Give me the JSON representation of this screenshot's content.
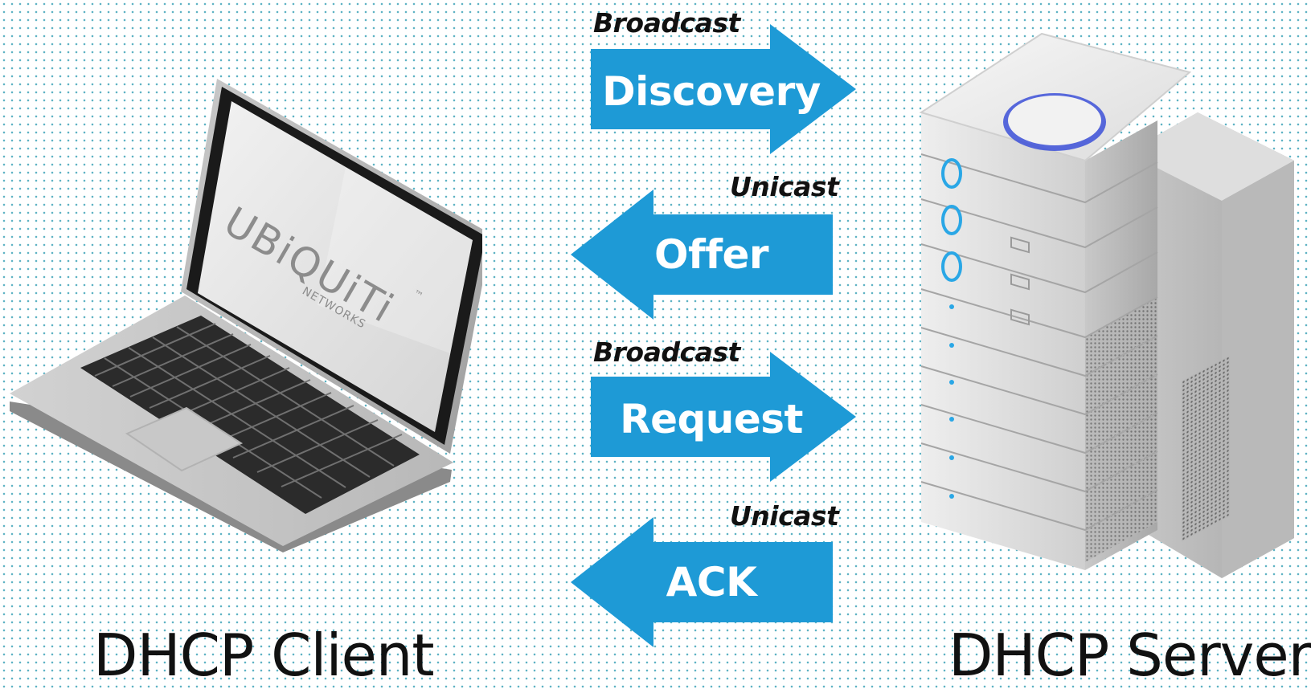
{
  "client": {
    "label": "DHCP Client",
    "screen_logo": "UBiQUiTi",
    "screen_logo_sub": "NETWORKS",
    "trademark": "™"
  },
  "server": {
    "label": "DHCP Server"
  },
  "steps": [
    {
      "name": "Discovery",
      "type": "Broadcast",
      "direction": "to-server"
    },
    {
      "name": "Offer",
      "type": "Unicast",
      "direction": "to-client"
    },
    {
      "name": "Request",
      "type": "Broadcast",
      "direction": "to-server"
    },
    {
      "name": "ACK",
      "type": "Unicast",
      "direction": "to-client"
    }
  ],
  "colors": {
    "arrow": "#1e9ad6",
    "text": "#111111",
    "background_dots": "#5fb3c4"
  }
}
